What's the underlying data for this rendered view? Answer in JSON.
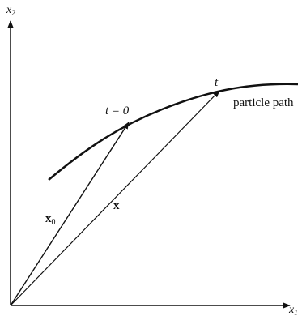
{
  "labels": {
    "x2_axis": "x",
    "x2_sub": "2",
    "x1_axis": "x",
    "x1_sub": "1",
    "t_zero": "t = 0",
    "t_label": "t",
    "particle_path": "particle path",
    "x0_vector": "x",
    "x0_sub": "0",
    "x_vector": "x"
  },
  "colors": {
    "ink": "#111111"
  }
}
